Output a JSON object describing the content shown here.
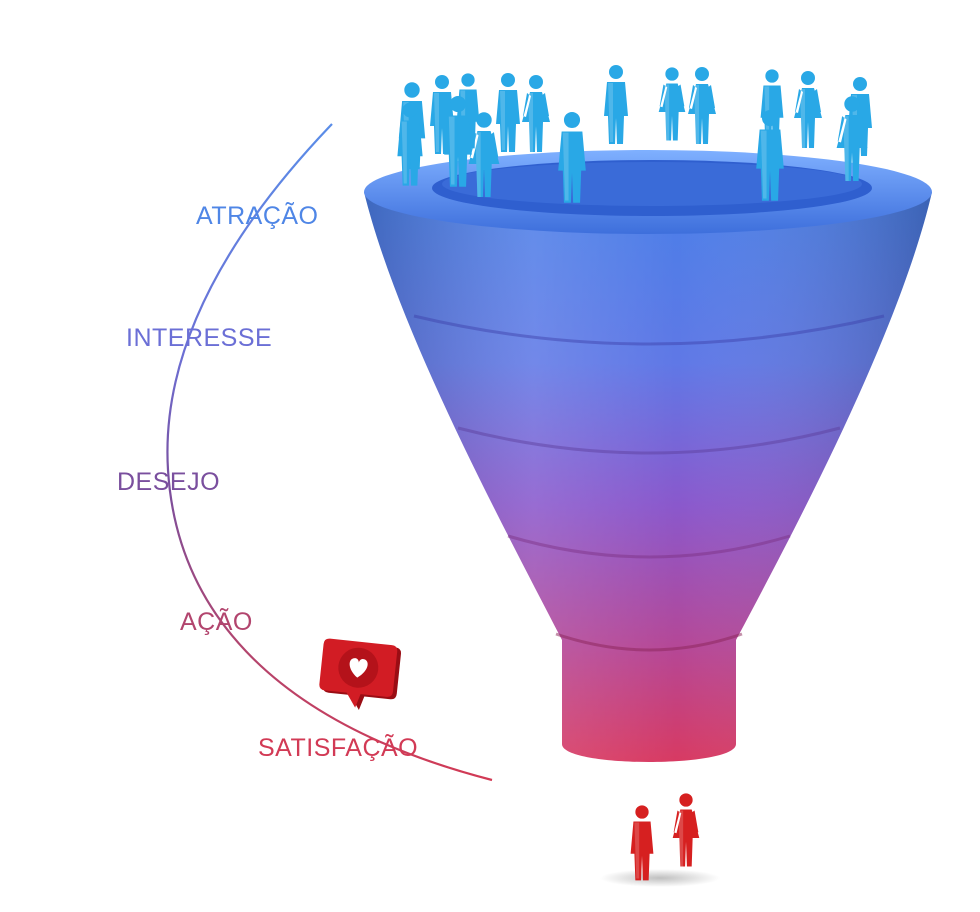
{
  "stages": [
    {
      "label": "ATRAÇÃO",
      "color": "#4f86e6"
    },
    {
      "label": "INTERESSE",
      "color": "#6b6fd6"
    },
    {
      "label": "DESEJO",
      "color": "#7a4f9e"
    },
    {
      "label": "AÇÃO",
      "color": "#b2456e"
    },
    {
      "label": "SATISFAÇÃO",
      "color": "#d23a55"
    }
  ],
  "funnel_colors": [
    "#4a7fe8",
    "#6d6be4",
    "#8e55c8",
    "#b2489a",
    "#d43d66"
  ],
  "people_top_color": "#29a8e6",
  "people_bottom_color": "#d62020",
  "notification_icon": "heart-icon",
  "notification_color": "#c8141c"
}
